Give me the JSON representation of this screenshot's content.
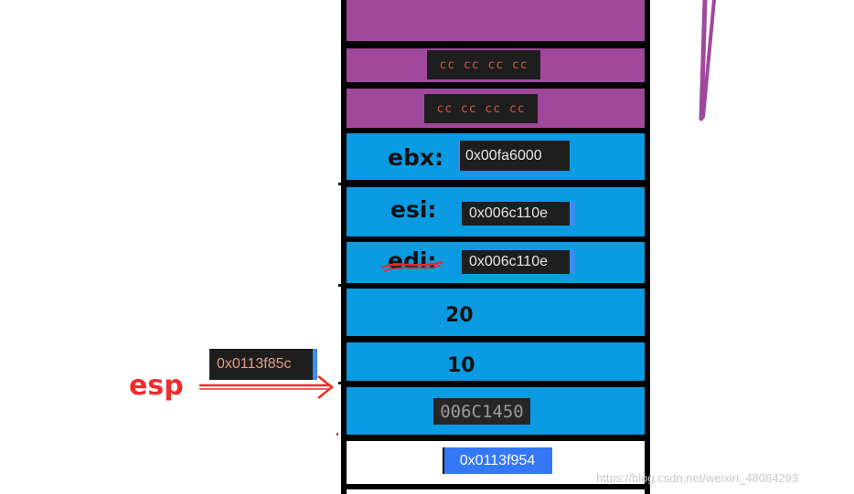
{
  "stack": {
    "cc_row_1": "cc cc cc cc",
    "cc_row_2": "cc cc cc cc",
    "ebx": {
      "label": "ebx:",
      "value": "0x00fa6000"
    },
    "esi": {
      "label": "esi:",
      "value": "0x006c110e"
    },
    "edi": {
      "label": "edi:",
      "value": "0x006c110e",
      "struck_through": true
    },
    "arg_20": "20",
    "arg_10": "10",
    "return_address": "006C1450",
    "saved_ebp": "0x0113f954"
  },
  "esp": {
    "label": "esp",
    "value": "0x0113f85c"
  },
  "watermark": "https://blog.csdn.net/weixin_48084293",
  "colors": {
    "purple": "#a0489c",
    "blue": "#0a9be2",
    "esp_red": "#ee2c2c",
    "selection_blue": "#3478f6"
  }
}
